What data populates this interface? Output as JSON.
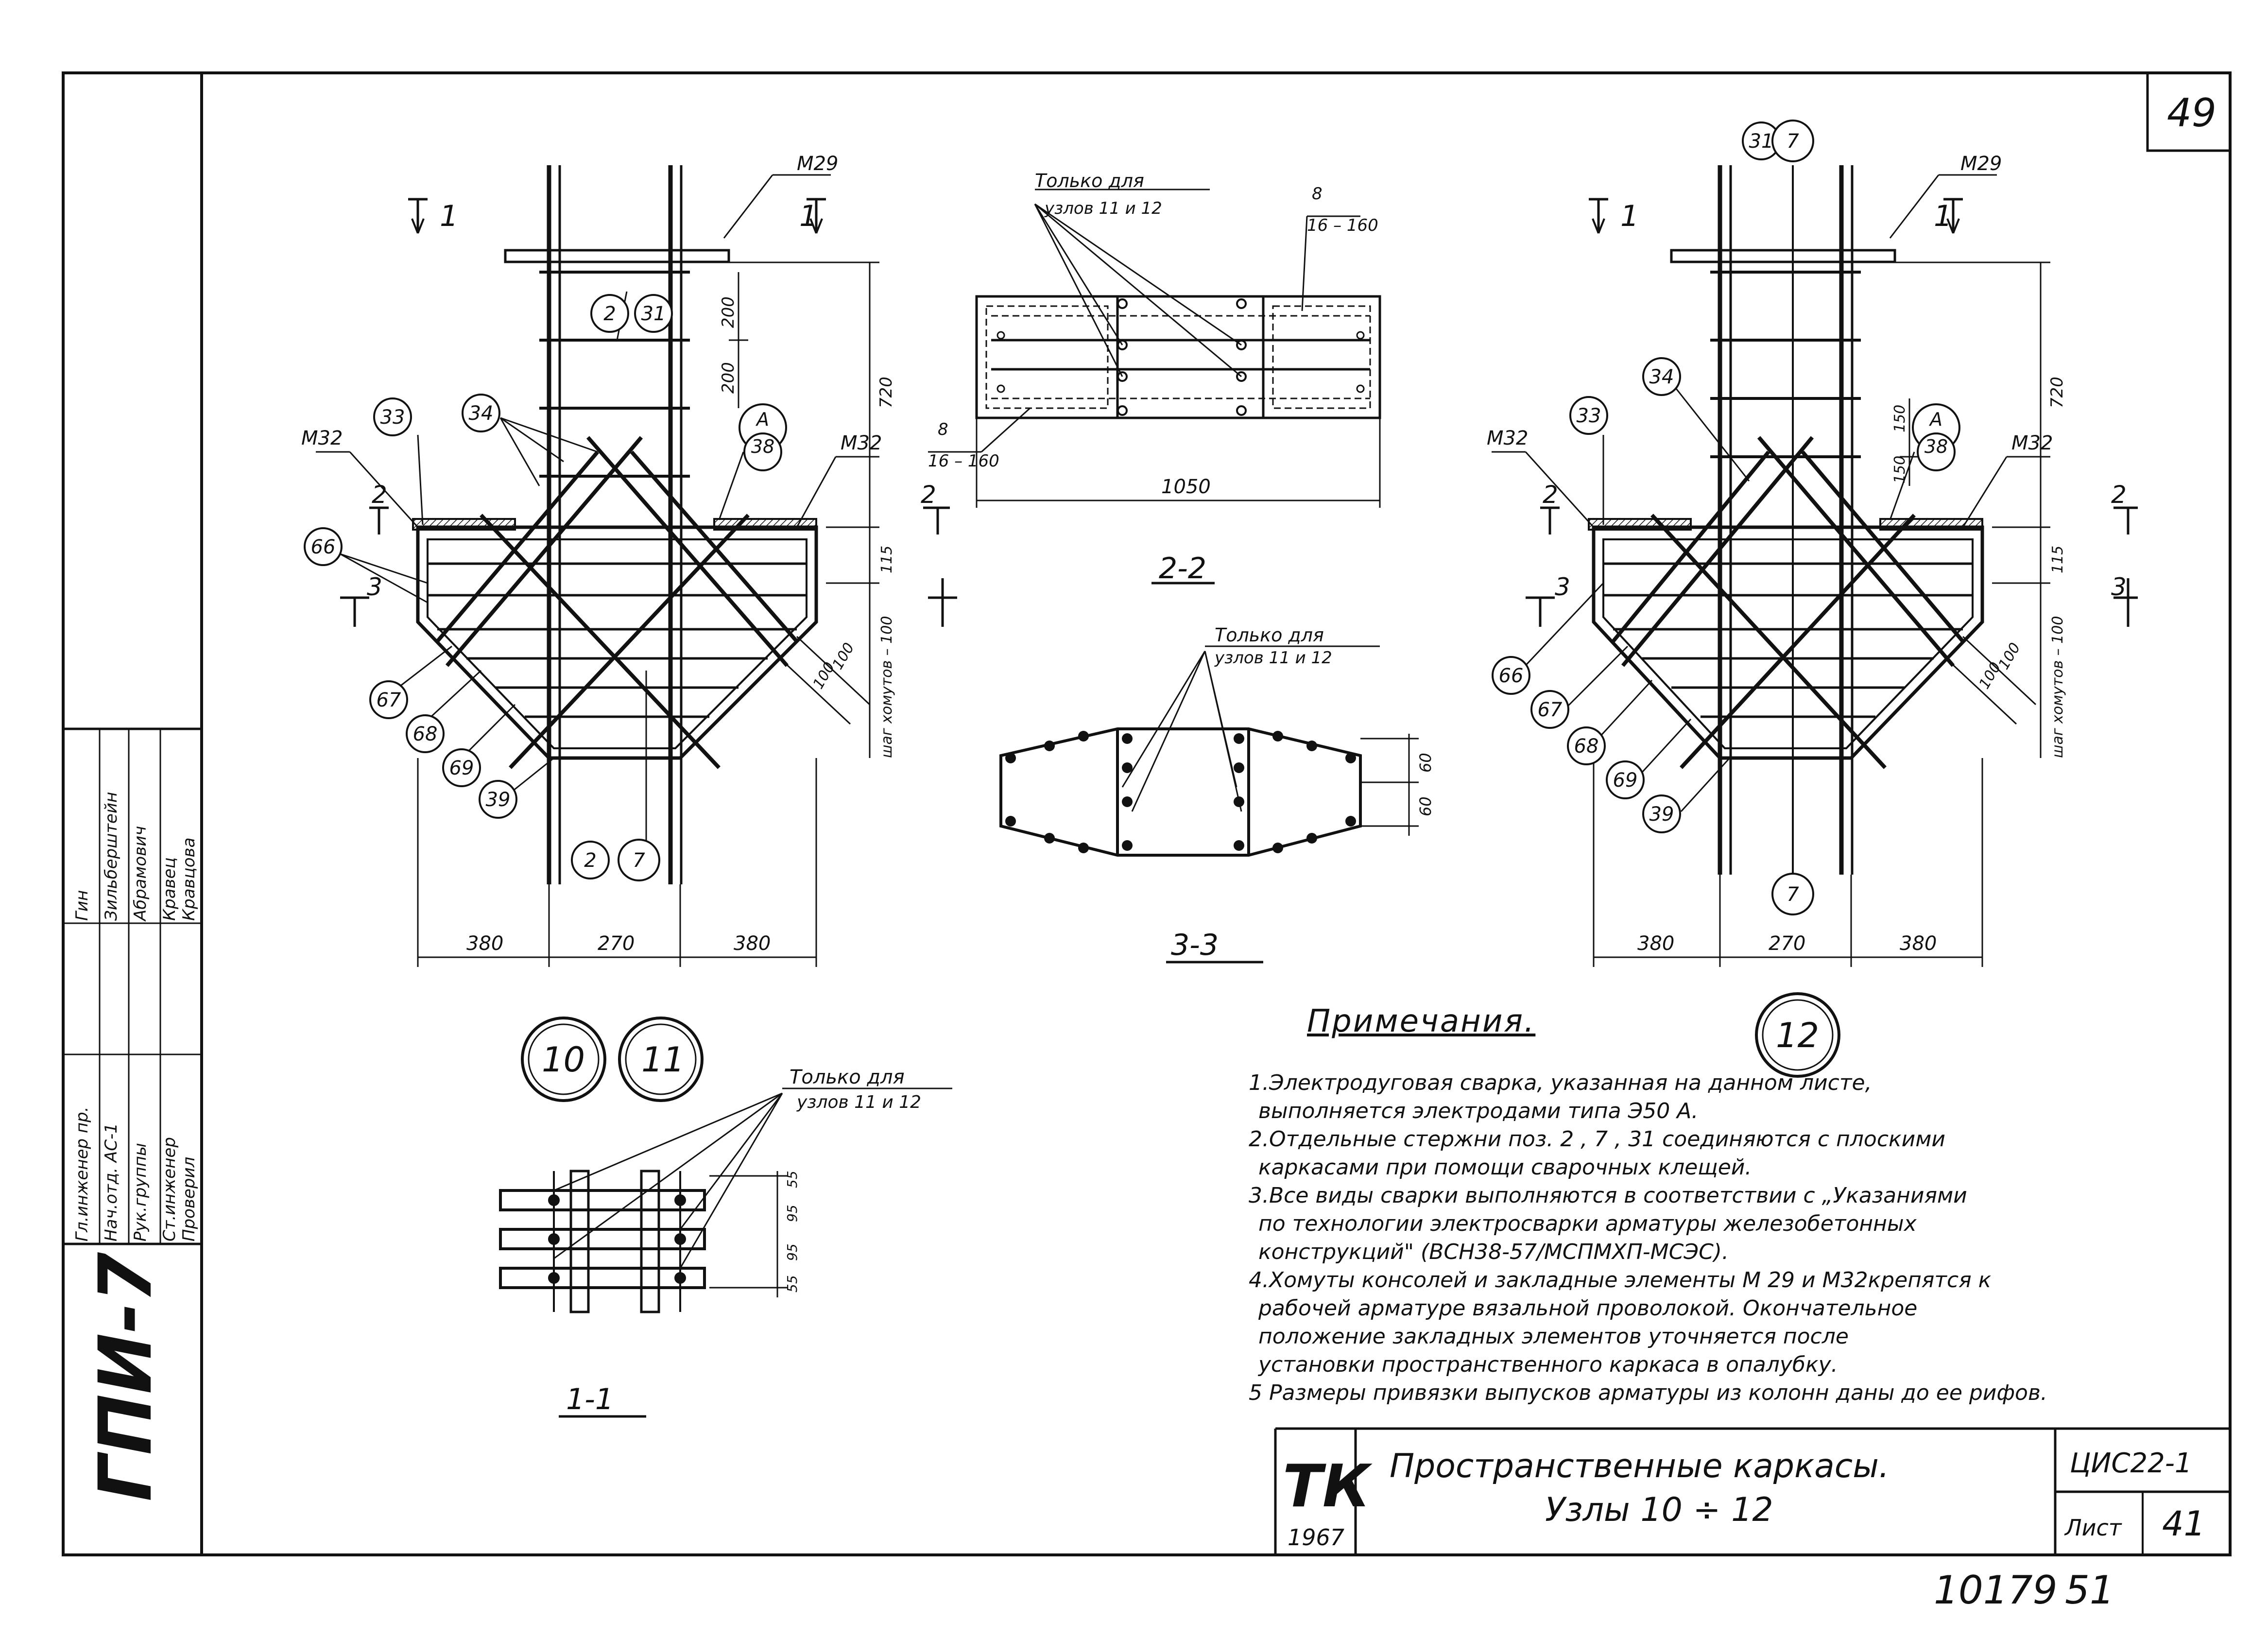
{
  "sheet": {
    "page_number": "49",
    "bottom_number_1": "10179",
    "bottom_number_2": "51"
  },
  "left_strip": {
    "org": "ГПИ-7",
    "roles": [
      "Гл.инженер пр.",
      "Нач.отд. АС-1",
      "Рук.группы",
      "Ст.инженер",
      "Проверил"
    ],
    "names": [
      "Гин",
      "Зильберштейн",
      "Абрамович",
      "Кравец",
      "Кравцова"
    ]
  },
  "view_left": {
    "section_1": "1",
    "section_2": "2",
    "section_3": "3",
    "tag_m29": "М29",
    "tag_m32_left": "М32",
    "tag_m32_right": "М32",
    "dim_200_a": "200",
    "dim_200_b": "200",
    "dim_720": "720",
    "dim_115": "115",
    "dim_100": "100",
    "dim_100_diag_a": "100",
    "dim_100_diag_b": "100",
    "shag": "шаг хомутов – 100",
    "dim_380_l": "380",
    "dim_270": "270",
    "dim_380_r": "380",
    "bubbles": {
      "b2": "2",
      "b31": "31",
      "b33": "33",
      "b34": "34",
      "bA": "А",
      "b38": "38",
      "b66": "66",
      "b67": "67",
      "b68": "68",
      "b69": "69",
      "b39": "39",
      "b2b": "2",
      "b7": "7"
    }
  },
  "view_right": {
    "section_1": "1",
    "section_2": "2",
    "section_3": "3",
    "tag_m29": "М29",
    "tag_m32_left": "М32",
    "tag_m32_right": "М32",
    "dim_150_a": "150",
    "dim_150_b": "150",
    "dim_720": "720",
    "dim_115": "115",
    "dim_100": "100",
    "dim_100_diag_a": "100",
    "dim_100_diag_b": "100",
    "shag": "шаг хомутов – 100",
    "dim_380_l": "380",
    "dim_270": "270",
    "dim_380_r": "380",
    "bubbles": {
      "b31": "31",
      "b7top": "7",
      "b33": "33",
      "b34": "34",
      "bA": "А",
      "b38": "38",
      "b66": "66",
      "b67": "67",
      "b68": "68",
      "b69": "69",
      "b39": "39",
      "b7": "7"
    }
  },
  "section_22": {
    "title": "2-2",
    "note_l1": "Только для",
    "note_l2": "узлов 11 и 12",
    "dim_8_top": "8",
    "dim_16_160_top": "16 – 160",
    "dim_8_bot": "8",
    "dim_16_160_bot": "16 – 160",
    "dim_1050": "1050"
  },
  "section_33": {
    "title": "3-3",
    "note_l1": "Только для",
    "note_l2": "узлов 11 и 12",
    "dim_60_a": "60",
    "dim_60_b": "60"
  },
  "section_11": {
    "title": "1-1",
    "note_l1": "Только для",
    "note_l2": "узлов 11 и 12",
    "dims": [
      "55",
      "95",
      "95",
      "55"
    ]
  },
  "node_labels": {
    "n10": "10",
    "n11": "11",
    "n12": "12"
  },
  "notes": {
    "title": "Примечания.",
    "lines": [
      "1.Электродуговая сварка, указанная   на   данном листе,",
      "выполняется электродами   типа  Э50 А.",
      "2.Отдельные стержни  поз. 2 , 7 , 31  соединяются  с  плоскими",
      "каркасами при   помощи  сварочных  клещей.",
      "3.Все виды сварки  выполняются  в соответствии с „Указаниями",
      "по технологии   электросварки  арматуры  железобетонных",
      "конструкций\" (ВСН38-57/МСПМХП-МСЭС).",
      "4.Хомуты консолей  и закладные элементы   М 29 и М32крепятся к",
      "рабочей арматуре  вязальной  проволокой. Окончательное",
      "положение  закладных  элементов  уточняется   после",
      "установки  пространственного каркаса  в опалубку.",
      "5 Размеры привязки выпусков арматуры из колонн даны до ее рифов."
    ]
  },
  "title_block": {
    "logo": "ТК",
    "year": "1967",
    "title_line1": "Пространственные   каркасы.",
    "title_line2": "Узлы   10 ÷ 12",
    "code": "ЦИС22-1",
    "list_label": "Лист",
    "list_number": "41"
  }
}
